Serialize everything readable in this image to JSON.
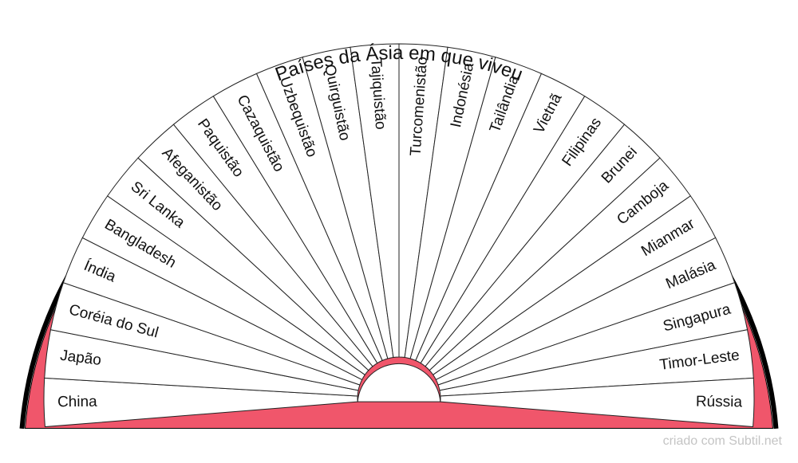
{
  "title": "Países da Ásia em que viveu",
  "credit": "criado com Subtil.net",
  "colors": {
    "band": "#f0566b",
    "outline": "#000000",
    "sector_fill": "#ffffff",
    "divider": "#222222"
  },
  "sectors": [
    "China",
    "Japão",
    "Coréia do Sul",
    "Índia",
    "Bangladesh",
    "Sri Lanka",
    "Afeganistão",
    "Paquistão",
    "Cazaquistão",
    "Uzbequistão",
    "Quirguistão",
    "Tajiquistão",
    "Turcomenistão",
    "Indonésia",
    "Tailândia",
    "Vietnã",
    "Filipinas",
    "Brunei",
    "Camboja",
    "Mianmar",
    "Malásia",
    "Singapura",
    "Timor-Leste",
    "Rússia"
  ]
}
